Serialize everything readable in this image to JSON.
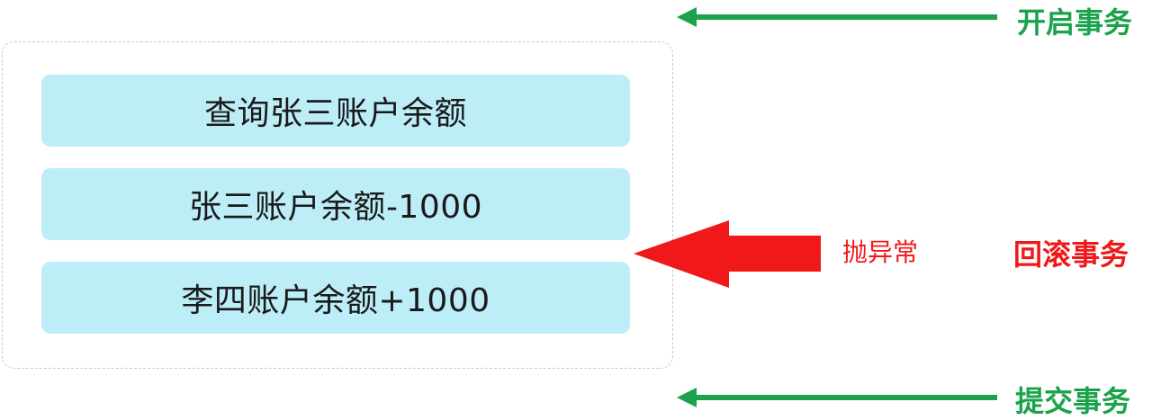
{
  "steps": [
    "查询张三账户余额",
    "张三账户余额-1000",
    "李四账户余额+1000"
  ],
  "labels": {
    "begin": "开启事务",
    "exception": "抛异常",
    "rollback": "回滚事务",
    "commit": "提交事务"
  },
  "colors": {
    "green": "#1aa34a",
    "red": "#f01818",
    "step_fill": "#bdeef8"
  }
}
